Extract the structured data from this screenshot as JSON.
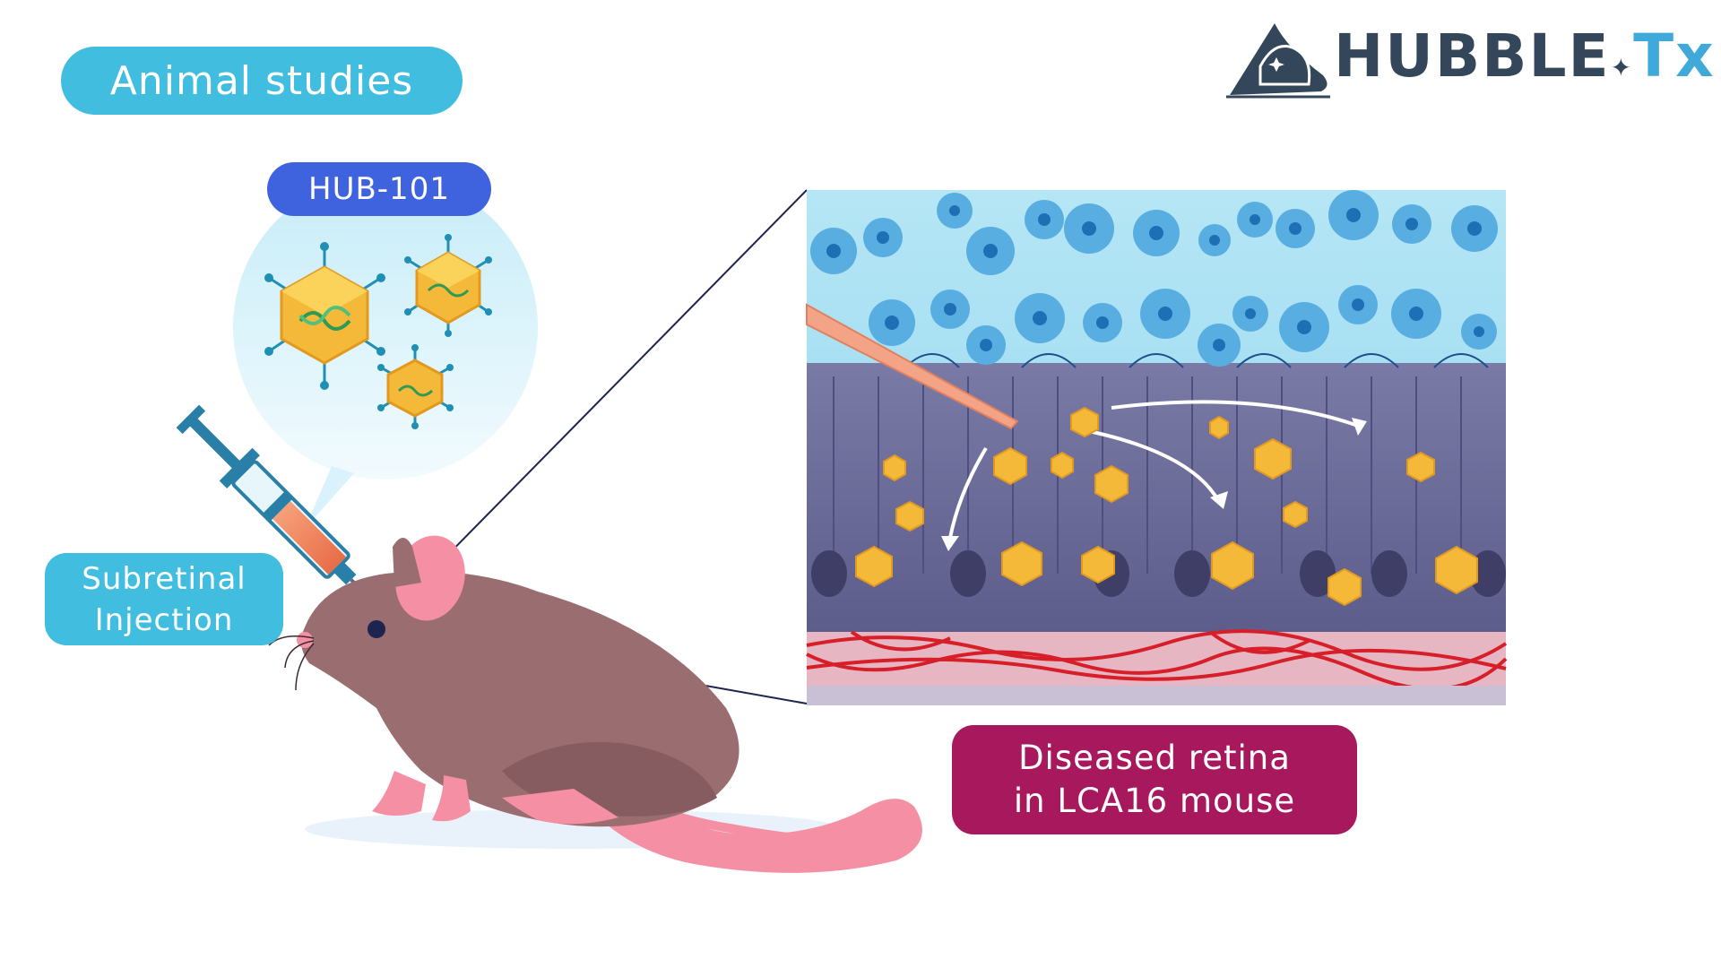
{
  "header": {
    "title": "Animal studies"
  },
  "logo": {
    "brand": "HUBBLE",
    "brand_suffix": "Tx"
  },
  "labels": {
    "drug": "HUB-101",
    "injection_line1": "Subretinal",
    "injection_line2": "Injection",
    "retina_line1": "Diseased retina",
    "retina_line2": "in LCA16 mouse"
  },
  "colors": {
    "title_pill": "#41bde0",
    "drug_pill": "#3f63df",
    "retina_pill": "#a8185c",
    "logo_dark": "#34475a",
    "logo_accent": "#3fa9d9"
  }
}
